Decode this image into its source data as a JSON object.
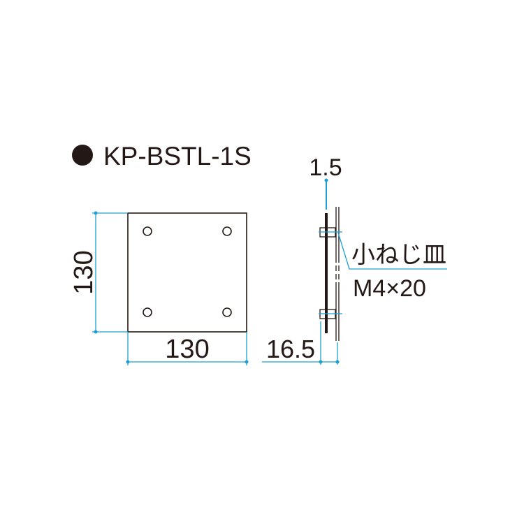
{
  "title": "KP-BSTL-1S",
  "front_view": {
    "height_label": "130",
    "width_label": "130"
  },
  "side_view": {
    "thickness_label": "1.5",
    "depth_label": "16.5",
    "screw_label_line1": "小ねじ皿",
    "screw_label_line2": "M4×20"
  },
  "colors": {
    "dimension": "#1ea0d2",
    "line": "#231815"
  }
}
